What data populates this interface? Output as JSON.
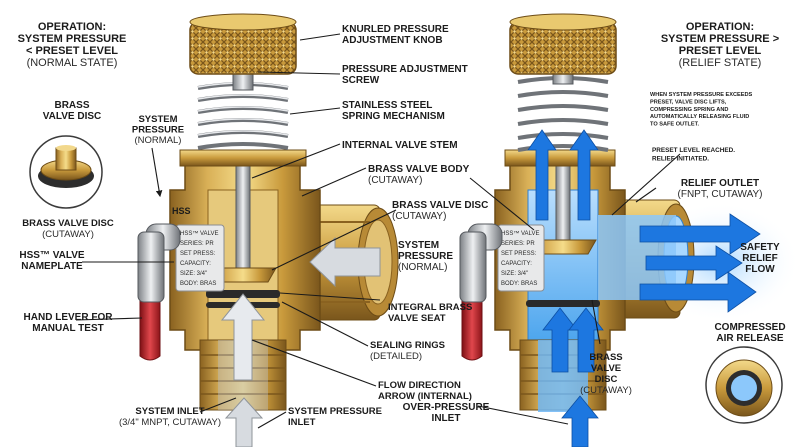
{
  "left_state": {
    "heading": [
      "OPERATION:",
      "SYSTEM PRESSURE",
      "< PRESET LEVEL",
      "(NORMAL STATE)"
    ]
  },
  "right_state": {
    "heading": [
      "OPERATION:",
      "SYSTEM PRESSURE >",
      "PRESET LEVEL",
      "(RELIEF STATE)"
    ],
    "description": [
      "WHEN SYSTEM PRESSURE EXCEEDS",
      "PRESET, VALVE DISC LIFTS,",
      "COMPRESSING SPRING AND",
      "AUTOMATICALLY RELEASING FLUID",
      "TO SAFE OUTLET."
    ],
    "note": [
      "PRESET LEVEL REACHED.",
      "RELIEF INITIATED."
    ]
  },
  "labels": {
    "knurled_knob": [
      "KNURLED PRESSURE",
      "ADJUSTMENT KNOB"
    ],
    "adjust_screw": [
      "PRESSURE ADJUSTMENT",
      "SCREW"
    ],
    "spring": [
      "STAINLESS STEEL",
      "SPRING MECHANISM"
    ],
    "valve_stem": "INTERNAL VALVE STEM",
    "valve_body": [
      "BRASS VALVE BODY",
      "(CUTAWAY)"
    ],
    "valve_disc_mid": [
      "BRASS VALVE DISC",
      "(CUTAWAY)"
    ],
    "system_pressure_normal_mid": [
      "SYSTEM",
      "PRESSURE",
      "(NORMAL)"
    ],
    "valve_seat": [
      "INTEGRAL BRASS",
      "VALVE SEAT"
    ],
    "sealing_rings": [
      "SEALING RINGS",
      "(DETAILED)"
    ],
    "flow_arrow": [
      "FLOW DIRECTION",
      "ARROW (INTERNAL)"
    ],
    "system_pressure_inlet": [
      "SYSTEM PRESSURE",
      "INLET"
    ],
    "system_inlet": [
      "SYSTEM INLET",
      "(3/4\" MNPT, CUTAWAY)"
    ],
    "brass_disc_top": [
      "BRASS",
      "VALVE DISC"
    ],
    "system_pressure_normal_left": [
      "SYSTEM",
      "PRESSURE",
      "(NORMAL)"
    ],
    "brass_disc_cutaway_left": [
      "BRASS VALVE DISC",
      "(CUTAWAY)"
    ],
    "nameplate": [
      "HSS™ VALVE",
      "NAMEPLATE"
    ],
    "hand_lever": [
      "HAND LEVER FOR",
      "MANUAL TEST"
    ],
    "relief_outlet": [
      "RELIEF OUTLET",
      "(FNPT, CUTAWAY)"
    ],
    "safety_relief_flow": [
      "SAFETY",
      "RELIEF",
      "FLOW"
    ],
    "compressed_air": [
      "COMPRESSED",
      "AIR RELEASE"
    ],
    "brass_disc_right": [
      "BRASS",
      "VALVE",
      "DISC",
      "(CUTAWAY)"
    ],
    "over_pressure_inlet": [
      "OVER-PRESSURE",
      "INLET"
    ]
  },
  "nameplate_text": {
    "left": [
      "HSS™ VALVE",
      "SERIES: PR",
      "SET PRESS:",
      "CAPACITY:",
      "SIZE: 3/4\"",
      "BODY: BRAS"
    ],
    "right": [
      "HSS™ VALVE",
      "SERIES: PR",
      "SET PRESS:",
      "CAPACITY:",
      "SIZE: 3/4\"",
      "BODY: BRAS"
    ],
    "body_mark": "HSS"
  },
  "colors": {
    "brass_light": "#f0d27a",
    "brass": "#c99a3c",
    "brass_dark": "#8a6220",
    "steel": "#b9bcc0",
    "fluid_light": "#cfe9ff",
    "fluid": "#3fa0f0",
    "arrow_blue": "#1d77e0",
    "lever_red": "#c0262c",
    "arrow_grey": "#d7dbe0"
  },
  "icons": [
    "knurled-knob-icon",
    "spring-icon",
    "lever-icon",
    "flow-arrow-icon"
  ]
}
